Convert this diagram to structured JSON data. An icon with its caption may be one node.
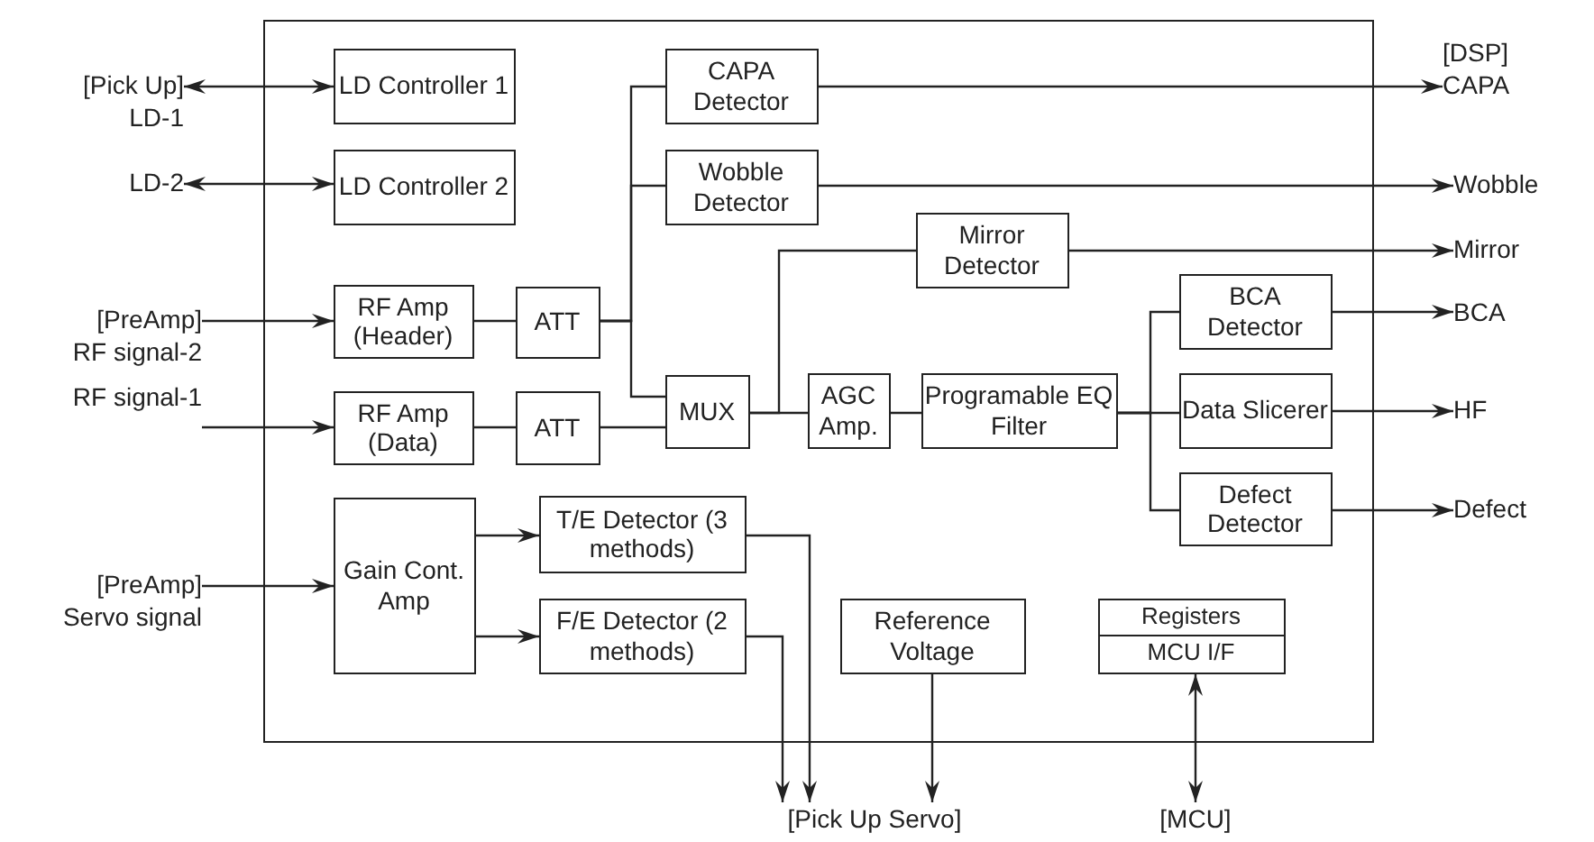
{
  "diagram": {
    "nodes": [
      {
        "text": [],
        "shape": "box"
      },
      {
        "text": [
          "LD Controller 1"
        ],
        "in": 0
      },
      {
        "text": [
          "LD Controller 2"
        ],
        "in": 0
      },
      {
        "text": [
          "CAPA Detector"
        ],
        "in": 0
      },
      {
        "text": [
          "Wobble Detector"
        ],
        "in": 0
      },
      {
        "text": [
          "Mirror Detector"
        ],
        "in": 0
      },
      {
        "text": [
          "RF Amp (Header)"
        ],
        "in": 0
      },
      {
        "text": [
          "ATT"
        ],
        "in": 0
      },
      {
        "text": [
          "BCA Detector"
        ],
        "in": 0
      },
      {
        "text": [
          "RF Amp (Data)"
        ],
        "in": 0
      },
      {
        "text": [
          "ATT"
        ],
        "in": 0
      },
      {
        "text": [
          "MUX"
        ],
        "in": 0
      },
      {
        "text": [
          "AGC Amp."
        ],
        "in": 0
      },
      {
        "text": [
          "Programable EQ Filter"
        ],
        "in": 0
      },
      {
        "text": [
          "Data Slicerer"
        ],
        "in": 0
      },
      {
        "text": [
          "Defect Detector"
        ],
        "in": 0
      },
      {
        "text": [
          "Gain Cont. Amp"
        ],
        "in": 0
      },
      {
        "text": [
          "T/E Detector (3 methods)"
        ],
        "in": 0
      },
      {
        "text": [
          "F/E Detector (2 methods)"
        ],
        "in": 0
      },
      {
        "text": [
          "Reference Voltage"
        ],
        "in": 0
      },
      {
        "text": [
          "Registers",
          "MCU I/F"
        ],
        "in": 0
      },
      {
        "text": [
          "[Pick Up]",
          "LD-1"
        ]
      },
      {
        "text": [
          "LD-2"
        ]
      },
      {
        "text": [
          "[PreAmp]",
          "RF signal-2"
        ]
      },
      {
        "text": [
          "RF signal-1"
        ]
      },
      {
        "text": [
          "[PreAmp]",
          "Servo signal"
        ]
      },
      {
        "text": [
          "[DSP]",
          "CAPA"
        ]
      },
      {
        "text": [
          "Wobble"
        ]
      },
      {
        "text": [
          "Mirror"
        ]
      },
      {
        "text": [
          "BCA"
        ]
      },
      {
        "text": [
          "HF"
        ]
      },
      {
        "text": [
          "Defect"
        ]
      },
      {
        "text": [
          "[Pick Up Servo]"
        ]
      },
      {
        "text": [
          "[MCU]"
        ]
      }
    ],
    "edges": [
      {
        "from": 21,
        "to": 1,
        "arrow": "both"
      },
      {
        "from": 22,
        "to": 2,
        "arrow": "both"
      },
      {
        "from": 23,
        "to": 6,
        "arrow": "to"
      },
      {
        "from": 24,
        "to": 9,
        "arrow": "to"
      },
      {
        "from": 6,
        "to": 7,
        "arrow": "none"
      },
      {
        "from": 7,
        "to": 3,
        "arrow": "none"
      },
      {
        "from": 7,
        "to": 4,
        "arrow": "none"
      },
      {
        "from": 7,
        "to": 11,
        "arrow": "none"
      },
      {
        "from": 9,
        "to": 10,
        "arrow": "none"
      },
      {
        "from": 10,
        "to": 11,
        "arrow": "none"
      },
      {
        "from": 11,
        "to": 12,
        "arrow": "none"
      },
      {
        "from": 11,
        "to": 5,
        "arrow": "none"
      },
      {
        "from": 12,
        "to": 13,
        "arrow": "none"
      },
      {
        "from": 13,
        "to": 8,
        "arrow": "none"
      },
      {
        "from": 13,
        "to": 14,
        "arrow": "none"
      },
      {
        "from": 13,
        "to": 15,
        "arrow": "none"
      },
      {
        "from": 3,
        "to": 26,
        "arrow": "to"
      },
      {
        "from": 4,
        "to": 27,
        "arrow": "to"
      },
      {
        "from": 5,
        "to": 28,
        "arrow": "to"
      },
      {
        "from": 8,
        "to": 29,
        "arrow": "to"
      },
      {
        "from": 14,
        "to": 30,
        "arrow": "to"
      },
      {
        "from": 15,
        "to": 31,
        "arrow": "to"
      },
      {
        "from": 25,
        "to": 16,
        "arrow": "to"
      },
      {
        "from": 16,
        "to": 17,
        "arrow": "to"
      },
      {
        "from": 16,
        "to": 18,
        "arrow": "to"
      },
      {
        "from": 17,
        "to": 32,
        "arrow": "to"
      },
      {
        "from": 18,
        "to": 32,
        "arrow": "to"
      },
      {
        "from": 19,
        "to": 32,
        "arrow": "to"
      },
      {
        "from": 20,
        "to": 33,
        "arrow": "both"
      }
    ]
  }
}
